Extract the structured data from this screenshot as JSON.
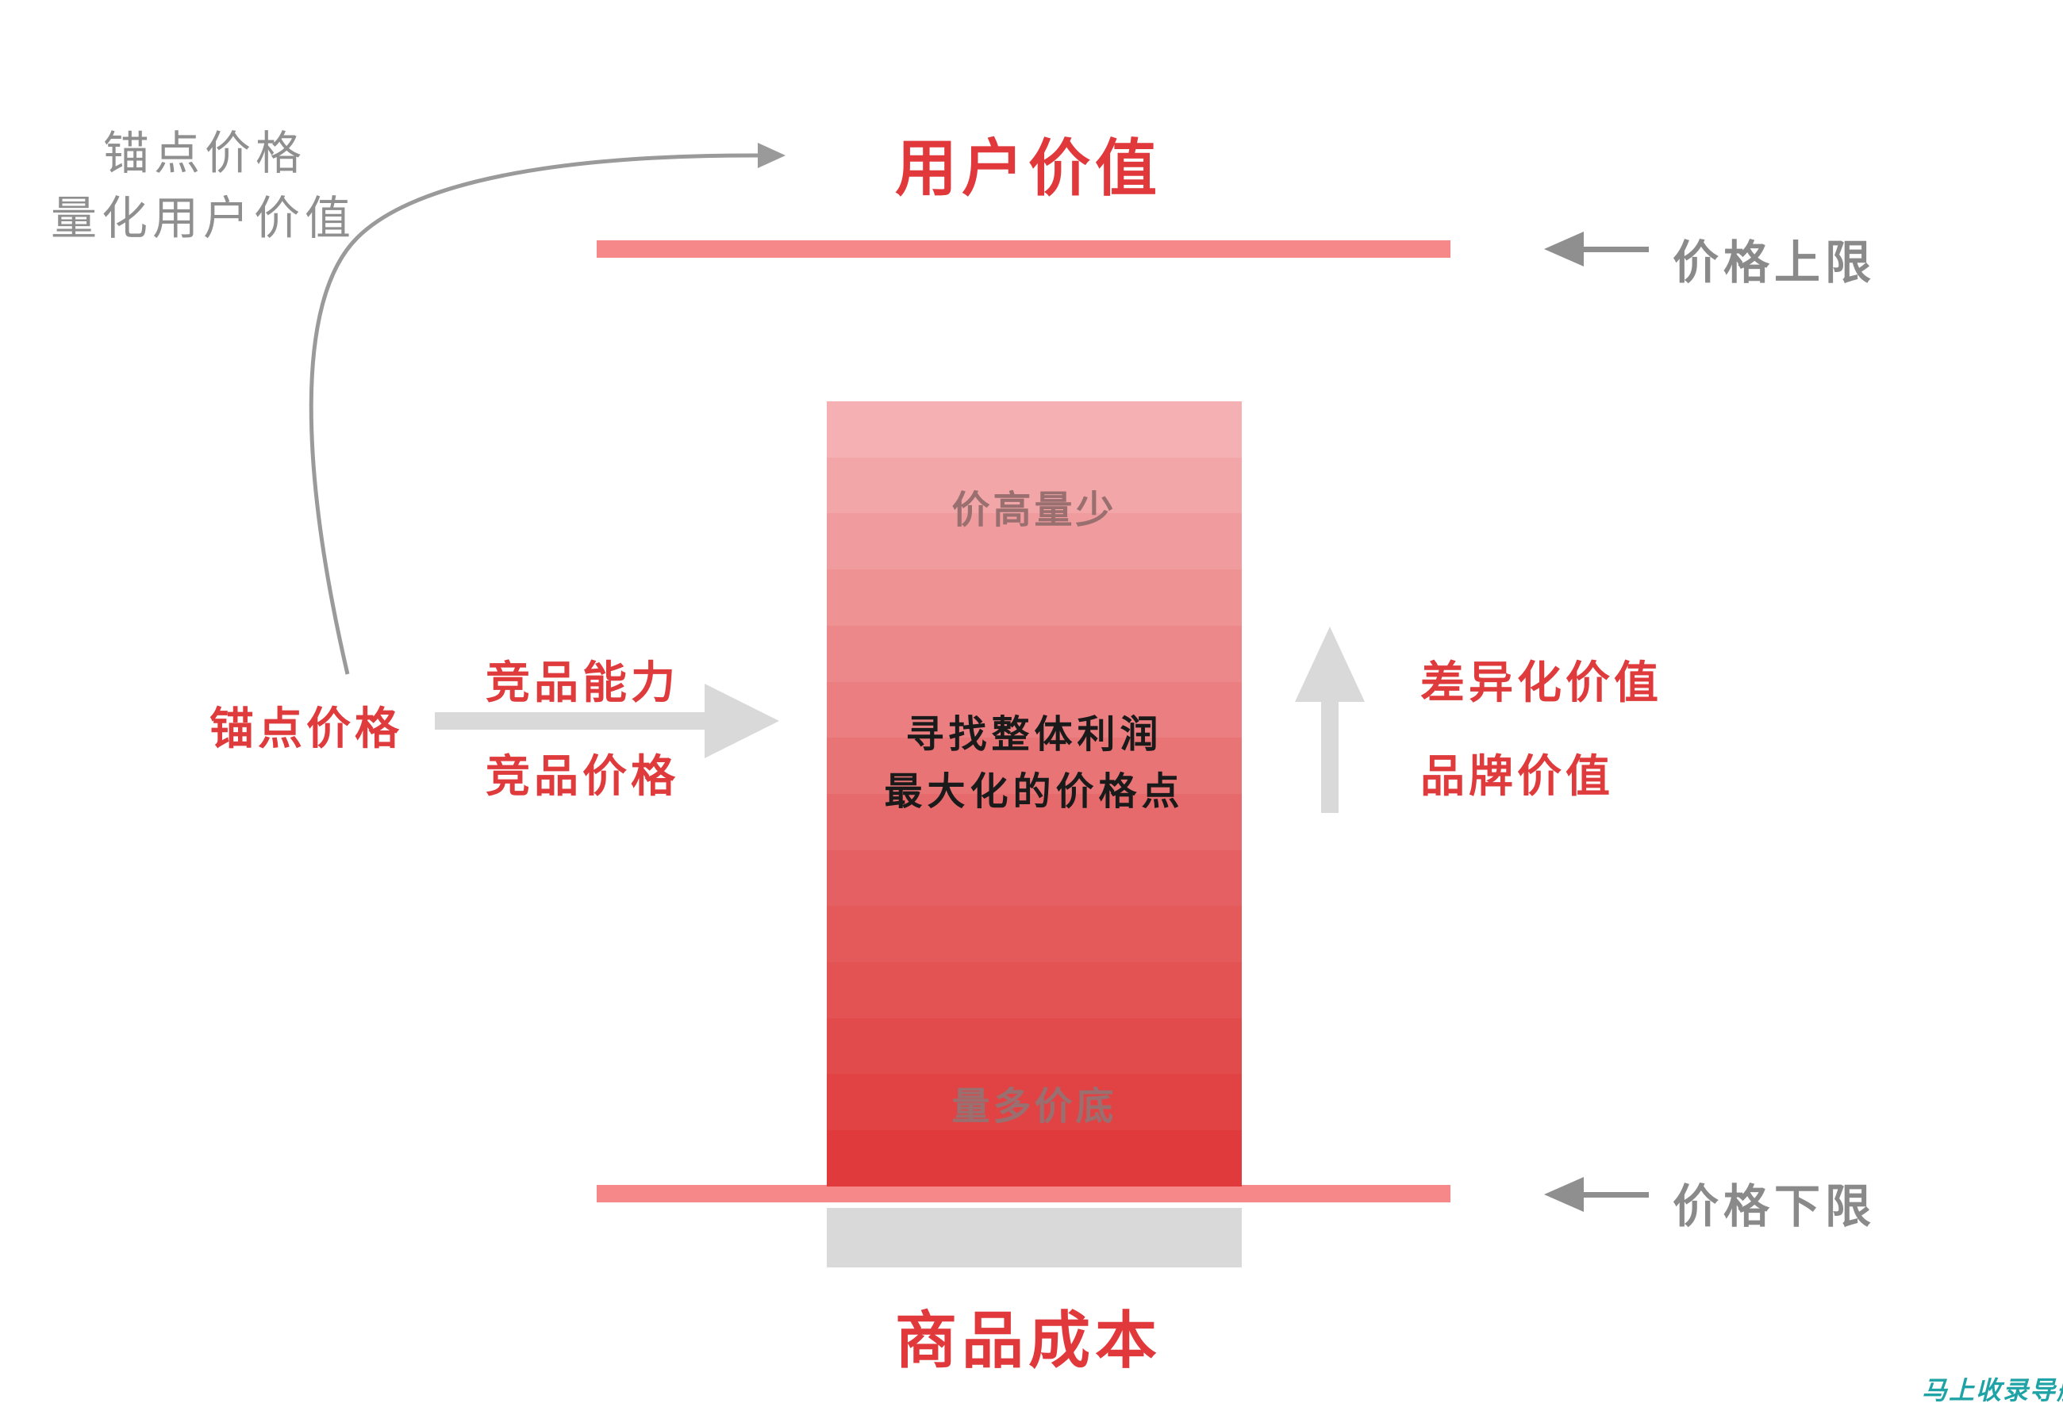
{
  "top": {
    "title": "用户价值"
  },
  "bottom": {
    "title": "商品成本"
  },
  "anchor_note": {
    "line1": "锚点价格",
    "line2": "量化用户价值"
  },
  "right_labels": {
    "upper_limit": "价格上限",
    "lower_limit": "价格下限"
  },
  "left": {
    "anchor": "锚点价格",
    "competitor_ability": "竞品能力",
    "competitor_price": "竞品价格"
  },
  "column": {
    "top_label": "价高量少",
    "center_line1": "寻找整体利润",
    "center_line2": "最大化的价格点",
    "bottom_label": "量多价底",
    "gradient_colors": [
      "#f4b0b2",
      "#f2a6a8",
      "#f09c9e",
      "#ee9294",
      "#ec888a",
      "#ea7e80",
      "#e87476",
      "#e66a6c",
      "#e46062",
      "#e45a5b",
      "#e35354",
      "#e24b4c",
      "#e14345",
      "#e03a3c"
    ]
  },
  "value_drivers": {
    "differentiation": "差异化价值",
    "brand": "品牌价值"
  },
  "watermark": "马上收录导航",
  "colors": {
    "accent_red": "#e0383b",
    "line_pink": "#f7888a",
    "arrow_gray": "#d9d9d9",
    "text_gray": "#8f8f8f"
  }
}
